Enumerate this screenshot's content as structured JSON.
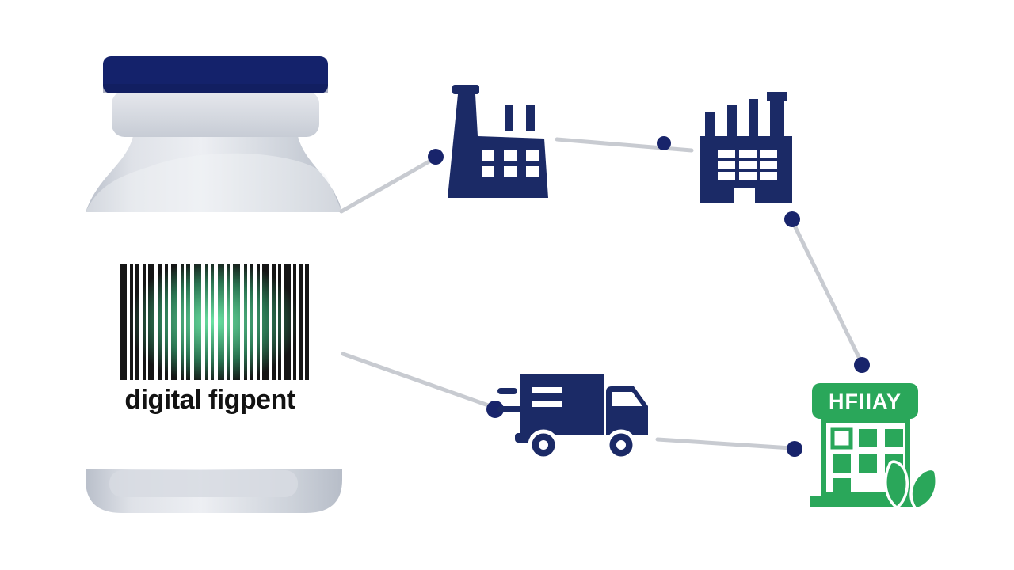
{
  "illustration": {
    "description": "Vaccine vial with digital fingerprint barcode linked through a supply chain: factory, manufacturing plant, delivery truck, pharmacy",
    "vial": {
      "label_text": "digital figpent",
      "barcode_bars": [
        [
          7,
          4
        ],
        [
          3,
          3
        ],
        [
          4,
          4
        ],
        [
          3,
          3
        ],
        [
          7,
          5
        ],
        [
          4,
          3
        ],
        [
          3,
          4
        ],
        [
          7,
          4
        ],
        [
          3,
          3
        ],
        [
          4,
          5
        ],
        [
          8,
          4
        ],
        [
          3,
          3
        ],
        [
          4,
          4
        ],
        [
          7,
          4
        ],
        [
          3,
          3
        ],
        [
          8,
          5
        ],
        [
          3,
          3
        ],
        [
          4,
          4
        ],
        [
          3,
          3
        ],
        [
          7,
          4
        ],
        [
          4,
          3
        ],
        [
          3,
          4
        ],
        [
          7,
          3
        ],
        [
          3,
          3
        ],
        [
          4,
          3
        ],
        [
          4,
          0
        ]
      ]
    },
    "pharmacy": {
      "sign_text": "HFIIAY"
    },
    "nodes": [
      {
        "id": "vial",
        "label": "vaccine vial"
      },
      {
        "id": "factory-1",
        "label": "factory"
      },
      {
        "id": "factory-2",
        "label": "manufacturing plant"
      },
      {
        "id": "truck",
        "label": "delivery truck"
      },
      {
        "id": "pharmacy",
        "label": "pharmacy building"
      }
    ]
  },
  "colors": {
    "navy": "#1b2a66",
    "cap": "#14226b",
    "green": "#2aa75a",
    "connector": "#c8cbd1",
    "dot": "#18246b",
    "bar": "#151515",
    "glow": "#5ee29c"
  }
}
